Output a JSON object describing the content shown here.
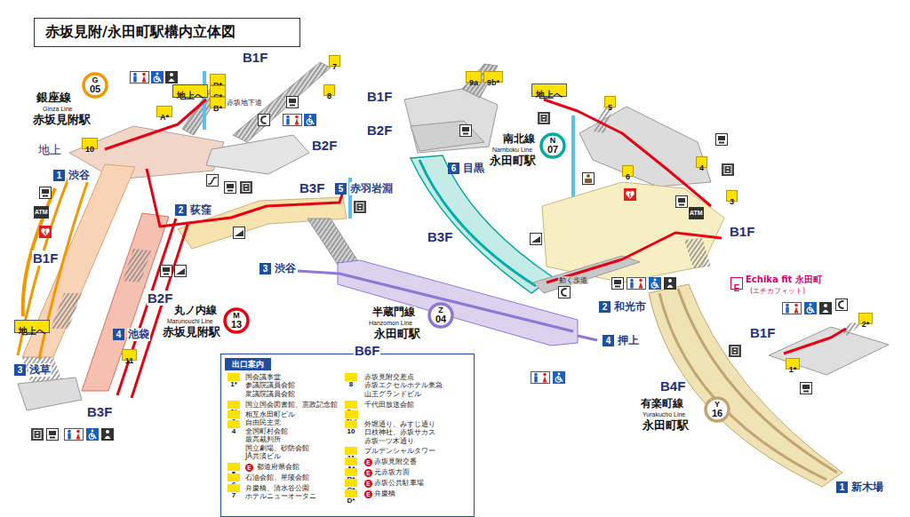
{
  "diagram": {
    "title": "赤坂見附/永田町駅構内立体図",
    "nodes": [
      {
        "text": [
          "7"
        ]
      },
      {
        "text": [
          "8"
        ]
      },
      {
        "text": [
          "D*"
        ]
      },
      {
        "text": [
          "C*"
        ]
      },
      {
        "text": [
          "B*"
        ]
      },
      {
        "text": [
          "地上へ"
        ]
      },
      {
        "text": [
          "A*"
        ]
      },
      {
        "text": [
          "G",
          "05"
        ]
      },
      {
        "text": [
          "10"
        ]
      },
      {
        "text": [
          "9a"
        ]
      },
      {
        "text": [
          "9b*"
        ]
      },
      {
        "text": [
          "地上へ"
        ]
      },
      {
        "text": [
          "5"
        ]
      },
      {
        "text": [
          "N",
          "07"
        ]
      },
      {
        "text": [
          "6"
        ]
      },
      {
        "text": [
          "4"
        ]
      },
      {
        "text": [
          "3"
        ]
      },
      {
        "text": [
          "1",
          "渋谷"
        ]
      },
      {
        "text": [
          "2",
          "荻窪"
        ]
      },
      {
        "text": [
          "5",
          "赤羽岩淵"
        ]
      },
      {
        "text": [
          "6",
          "目黒"
        ]
      },
      {
        "text": [
          "3",
          "渋谷"
        ]
      },
      {
        "text": [
          "M",
          "13"
        ]
      },
      {
        "text": [
          "Z",
          "04"
        ]
      },
      {
        "text": [
          "E"
        ]
      },
      {
        "text": [
          "2",
          "和光市"
        ]
      },
      {
        "text": [
          "2*"
        ]
      },
      {
        "text": [
          "地上へ"
        ]
      },
      {
        "text": [
          "4",
          "池袋"
        ]
      },
      {
        "text": [
          "11"
        ]
      },
      {
        "text": [
          "1*"
        ]
      },
      {
        "text": [
          "3",
          "浅草"
        ]
      },
      {
        "text": [
          "4",
          "押上"
        ]
      },
      {
        "text": [
          "Y",
          "16"
        ]
      },
      {
        "text": [
          "1",
          "新木場"
        ]
      },
      {
        "text": [
          "出口案内"
        ]
      },
      {
        "text": [
          "1*",
          "国会議事堂 参議院議員会館 衆議院議員会館"
        ],
        "in": 35
      },
      {
        "text": [
          "2*",
          "国立国会図書館、憲政記念館"
        ],
        "in": 35
      },
      {
        "text": [
          "3",
          "相互永田町ビル 自由民主党 全国町村会館 最高裁判所 国立劇場、砂防会館 JA共済ビル"
        ],
        "in": 35
      },
      {
        "text": [
          "4"
        ],
        "in": 35
      },
      {
        "text": [
          "5",
          "都道府県会館"
        ],
        "in": 35
      },
      {
        "text": [
          "6",
          "石油会館、星陵会館"
        ],
        "in": 35
      },
      {
        "text": [
          "7",
          "弁慶橋、清水谷公園 ホテルニューオータニ"
        ],
        "in": 35
      },
      {
        "text": [
          "8",
          "赤坂見附交差点 赤坂エクセルホテル東急 山王グランドビル"
        ],
        "in": 35
      },
      {
        "text": [
          "9a",
          "千代田放送会館"
        ],
        "in": 35
      },
      {
        "text": [
          "9b*"
        ],
        "in": 35
      },
      {
        "text": [
          "10",
          "外堀通り、みすじ通り 日枝神社、赤坂サカス 赤坂一ツ木通り"
        ],
        "in": 35
      },
      {
        "text": [
          "11",
          "プルデンシャルタワー"
        ],
        "in": 35
      },
      {
        "text": [
          "A*",
          "赤坂見附交番"
        ],
        "in": 35
      },
      {
        "text": [
          "B*",
          "元赤坂方面"
        ],
        "in": 35
      },
      {
        "text": [
          "C*",
          "赤坂公共駐車場"
        ],
        "in": 35
      },
      {
        "text": [
          "D*",
          "弁慶橋"
        ],
        "in": 35
      }
    ],
    "labels": [
      "銀座線",
      "Ginza Line",
      "赤坂見附駅",
      "丸ノ内線",
      "Marunouchi Line",
      "赤坂見附駅",
      "半蔵門線",
      "Hanzomon Line",
      "永田町駅",
      "南北線",
      "Namboku Line",
      "永田町駅",
      "有楽町線",
      "Yurakucho Line",
      "永田町駅",
      "地上",
      "赤坂地下道",
      "B1F",
      "B2F",
      "B3F",
      "B1F",
      "B2F",
      "B3F",
      "B1F",
      "B2F",
      "B3F",
      "B6F",
      "B1F",
      "B1F",
      "B4F",
      "動く歩道",
      "Echika fit 永田町",
      "(エチカフィット)",
      "ATM",
      "ATM",
      "E",
      "E",
      "E",
      "E",
      "E"
    ]
  }
}
